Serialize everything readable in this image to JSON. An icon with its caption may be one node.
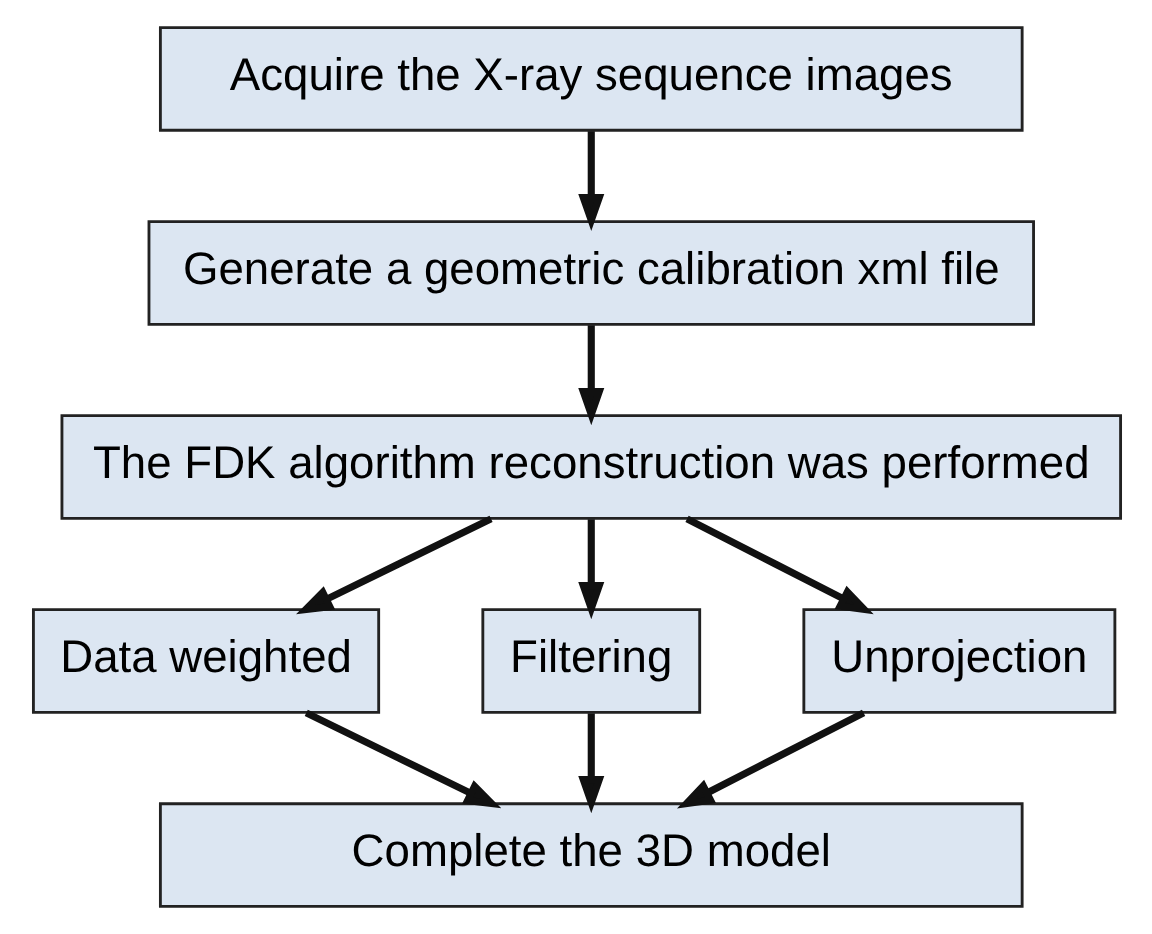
{
  "diagram": {
    "nodes": [
      {
        "text": [
          "Acquire the X-ray sequence images"
        ]
      },
      {
        "text": [
          "Generate a geometric calibration xml file"
        ]
      },
      {
        "text": [
          "The FDK algorithm reconstruction was performed"
        ]
      },
      {
        "text": [
          "Data weighted"
        ]
      },
      {
        "text": [
          "Filtering"
        ]
      },
      {
        "text": [
          "Unprojection"
        ]
      },
      {
        "text": [
          "Complete the 3D model"
        ]
      }
    ],
    "edges": [
      {
        "from": 0,
        "to": 1,
        "arrow": "to"
      },
      {
        "from": 1,
        "to": 2,
        "arrow": "to"
      },
      {
        "from": 2,
        "to": 3,
        "arrow": "to"
      },
      {
        "from": 2,
        "to": 4,
        "arrow": "to"
      },
      {
        "from": 2,
        "to": 5,
        "arrow": "to"
      },
      {
        "from": 3,
        "to": 6,
        "arrow": "to"
      },
      {
        "from": 4,
        "to": 6,
        "arrow": "to"
      },
      {
        "from": 5,
        "to": 6,
        "arrow": "to"
      }
    ]
  }
}
